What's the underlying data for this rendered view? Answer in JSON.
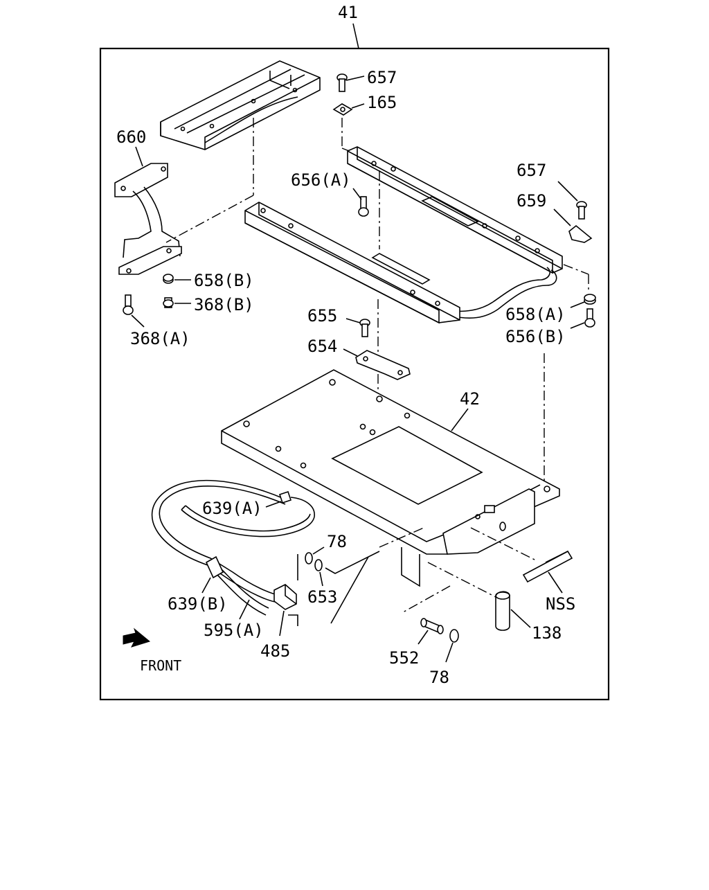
{
  "diagram": {
    "assembly_label": "41",
    "front_label": "FRONT",
    "parts": [
      {
        "id": "p657a",
        "label": "657"
      },
      {
        "id": "p165",
        "label": "165"
      },
      {
        "id": "p660",
        "label": "660"
      },
      {
        "id": "p656a",
        "label": "656(A)"
      },
      {
        "id": "p657b",
        "label": "657"
      },
      {
        "id": "p659",
        "label": "659"
      },
      {
        "id": "p658b",
        "label": "658(B)"
      },
      {
        "id": "p368b",
        "label": "368(B)"
      },
      {
        "id": "p368a",
        "label": "368(A)"
      },
      {
        "id": "p655",
        "label": "655"
      },
      {
        "id": "p658a",
        "label": "658(A)"
      },
      {
        "id": "p656b",
        "label": "656(B)"
      },
      {
        "id": "p654",
        "label": "654"
      },
      {
        "id": "p42",
        "label": "42"
      },
      {
        "id": "p639a",
        "label": "639(A)"
      },
      {
        "id": "p78a",
        "label": "78"
      },
      {
        "id": "p653",
        "label": "653"
      },
      {
        "id": "p639b",
        "label": "639(B)"
      },
      {
        "id": "p595a",
        "label": "595(A)"
      },
      {
        "id": "p485",
        "label": "485"
      },
      {
        "id": "pNSS",
        "label": "NSS"
      },
      {
        "id": "p138",
        "label": "138"
      },
      {
        "id": "p552",
        "label": "552"
      },
      {
        "id": "p78b",
        "label": "78"
      }
    ]
  }
}
